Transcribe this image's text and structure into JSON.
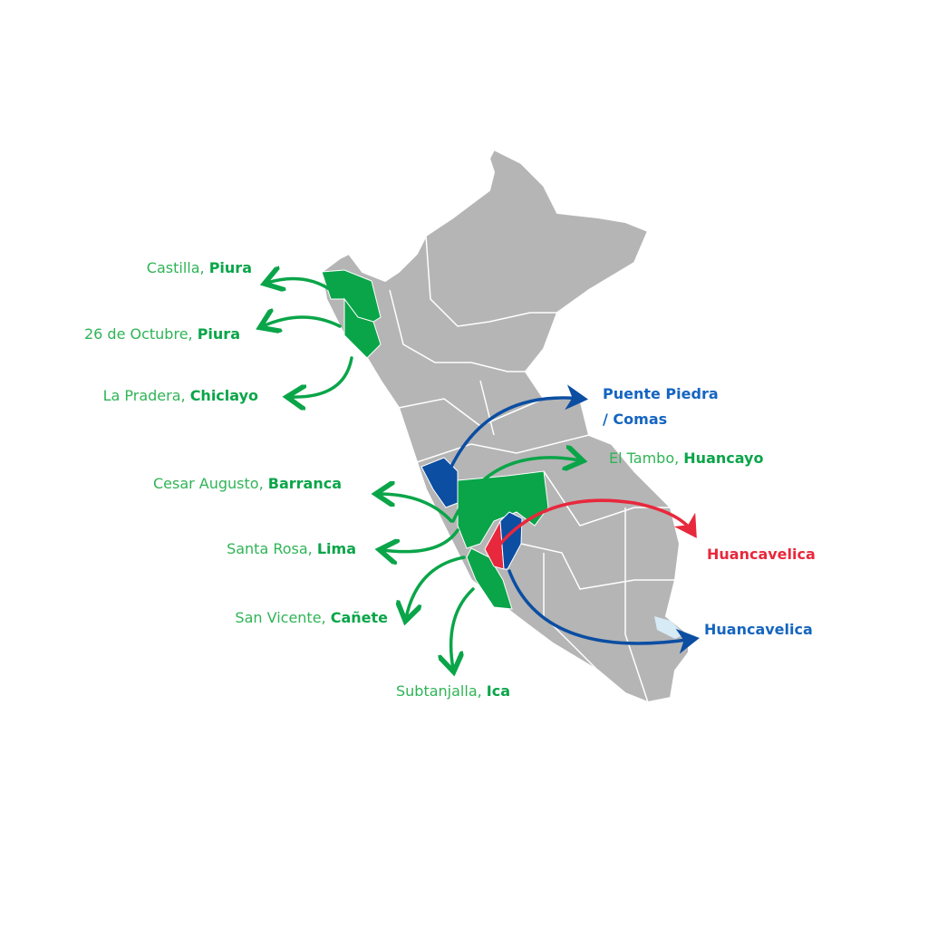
{
  "colors": {
    "land": "#b5b5b5",
    "green": "#0aa549",
    "blue": "#0b4ea2",
    "red": "#e8283c",
    "lake": "#d6ebf5"
  },
  "labels": {
    "castilla": {
      "place": "Castilla, ",
      "region": "Piura"
    },
    "octubre": {
      "place": "26 de Octubre, ",
      "region": "Piura"
    },
    "pradera": {
      "place": "La Pradera, ",
      "region": "Chiclayo"
    },
    "cesar": {
      "place": "Cesar Augusto, ",
      "region": "Barranca"
    },
    "santarosa": {
      "place": "Santa Rosa, ",
      "region": "Lima"
    },
    "sanvicente": {
      "place": "San Vicente, ",
      "region": "Cañete"
    },
    "subtanjalla": {
      "place": "Subtanjalla, ",
      "region": "Ica"
    },
    "eltambo": {
      "place": "El Tambo, ",
      "region": "Huancayo"
    },
    "puente": {
      "line1": "Puente Piedra",
      "line2": "/ Comas"
    },
    "huanca_red": "Huancavelica",
    "huanca_blue": "Huancavelica"
  }
}
